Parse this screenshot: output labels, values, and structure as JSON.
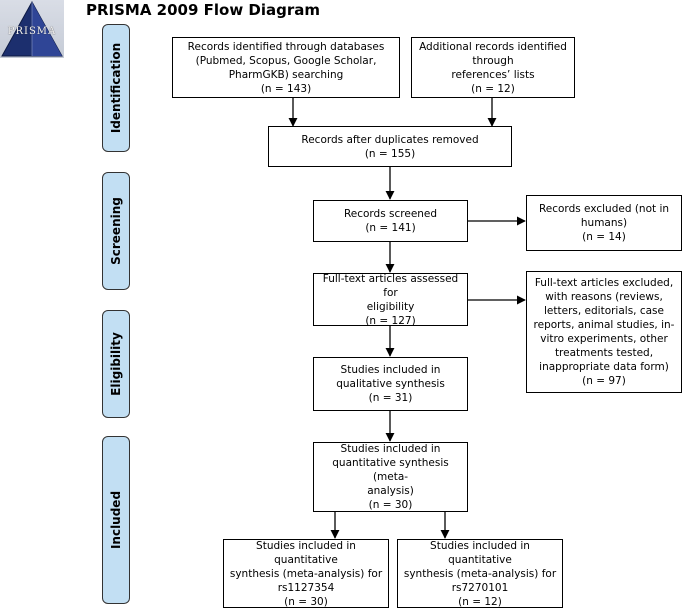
{
  "logo": {
    "text": "PRISMA"
  },
  "title": "PRISMA 2009 Flow Diagram",
  "stages": {
    "identification": "Identification",
    "screening": "Screening",
    "eligibility": "Eligibility",
    "included": "Included"
  },
  "boxes": {
    "databases": {
      "lines": [
        "Records identified through databases",
        "(Pubmed, Scopus, Google Scholar,",
        "PharmGKB) searching",
        "(n = 143)"
      ]
    },
    "additional": {
      "lines": [
        "Additional records identified through",
        "references’ lists",
        "(n = 12)"
      ]
    },
    "duplicates": {
      "lines": [
        "Records after duplicates removed",
        "(n = 155)"
      ]
    },
    "screened": {
      "lines": [
        "Records screened",
        "(n = 141)"
      ]
    },
    "excluded": {
      "lines": [
        "Records excluded (not in",
        "humans)",
        "(n = 14)"
      ]
    },
    "fulltext": {
      "lines": [
        "Full-text articles assessed for",
        "eligibility",
        "(n = 127)"
      ]
    },
    "fulltext_excluded": {
      "lines": [
        "Full-text articles excluded,",
        "with reasons (reviews,",
        "letters, editorials, case",
        "reports, animal studies, in-",
        "vitro experiments, other",
        "treatments tested,",
        "inappropriate data form)",
        "(n = 97)"
      ]
    },
    "qualitative": {
      "lines": [
        "Studies included in",
        "qualitative synthesis",
        "(n =  31)"
      ]
    },
    "quantitative": {
      "lines": [
        "Studies included in",
        "quantitative synthesis (meta-",
        "analysis)",
        "(n =  30)"
      ]
    },
    "rs1127354": {
      "lines": [
        "Studies included in quantitative",
        "synthesis (meta-analysis) for",
        "rs1127354",
        "(n =  30)"
      ]
    },
    "rs7270101": {
      "lines": [
        "Studies included in quantitative",
        "synthesis (meta-analysis) for",
        "rs7270101",
        "(n =  12)"
      ]
    }
  }
}
